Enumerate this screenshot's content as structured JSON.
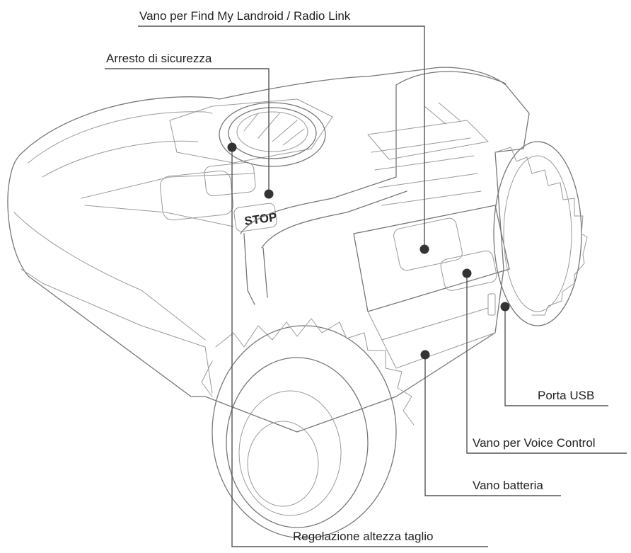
{
  "colors": {
    "outline": "#777777",
    "leader": "#555555",
    "text": "#222222",
    "background": "#ffffff"
  },
  "callouts": {
    "find_my": "Vano per Find My Landroid / Radio Link",
    "safety_stop": "Arresto di sicurezza",
    "usb_port": "Porta USB",
    "voice_control": "Vano per Voice Control",
    "battery": "Vano batteria",
    "cut_height": "Regolazione altezza taglio"
  },
  "device": {
    "button_text": "STOP"
  }
}
